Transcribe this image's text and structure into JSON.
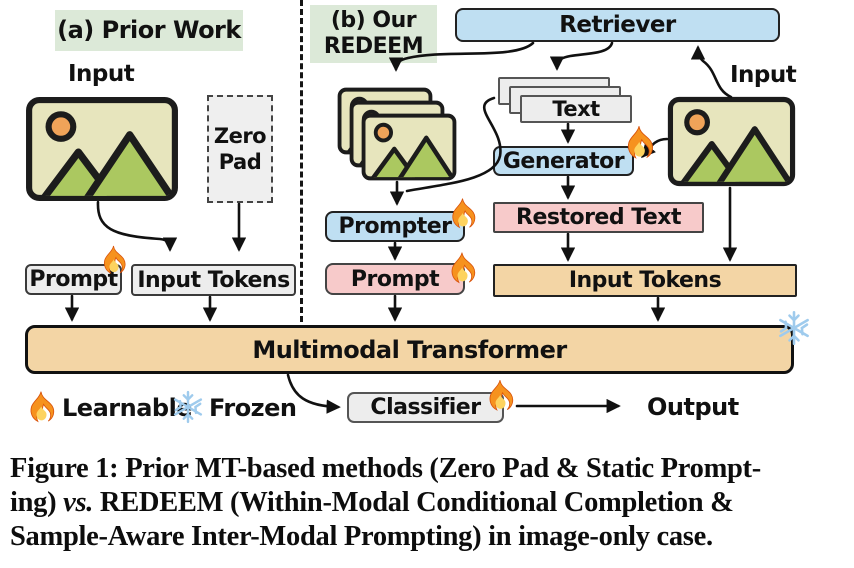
{
  "panel_a": {
    "title": "(a) Prior Work",
    "input_label": "Input",
    "zero_pad": "Zero Pad",
    "prompt": "Prompt",
    "input_tokens": "Input Tokens"
  },
  "panel_b": {
    "title": "(b) Our REDEEM",
    "retriever": "Retriever",
    "text": "Text",
    "generator": "Generator",
    "input_label": "Input",
    "prompter": "Prompter",
    "prompt": "Prompt",
    "restored_text": "Restored Text",
    "input_tokens": "Input Tokens"
  },
  "shared": {
    "transformer": "Multimodal Transformer",
    "classifier": "Classifier",
    "output": "Output"
  },
  "legend": {
    "learnable": "Learnable",
    "frozen": "Frozen"
  },
  "caption": {
    "line1": "Figure 1: Prior MT-based methods (Zero Pad & Static Prompt-",
    "line2_pre": "ing) ",
    "line2_italic": "vs.",
    "line2_post": " REDEEM (Within-Modal Conditional Completion &",
    "line3": "Sample-Aware Inter-Modal Prompting) in image-only case."
  },
  "colors": {
    "box_blue": "#bfdff2",
    "box_pink": "#f7caca",
    "box_tan": "#f3d5a5",
    "box_gray": "#ededed",
    "label_green": "#dce9d8",
    "image_bg": "#e7e5bd",
    "mountain_green": "#abc860",
    "sun_orange": "#f0a359",
    "flame_orange": "#f6921e",
    "snowflake_blue": "#9fcbed",
    "outline": "#1c1c1c"
  }
}
